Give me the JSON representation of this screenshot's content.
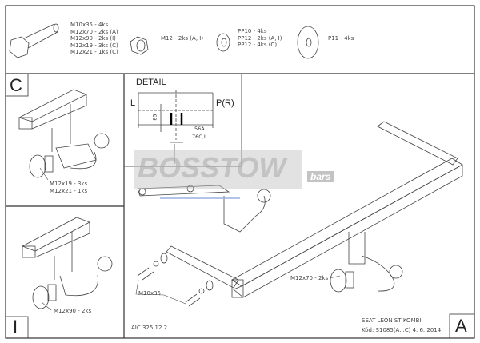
{
  "parts": {
    "bolts": [
      "M10x35 - 4ks",
      "M12x70 - 2ks (A)",
      "M12x90 - 2ks (I)",
      "M12x19 - 3ks (C)",
      "M12x21 - 1ks (C)"
    ],
    "nut": "M12 - 2ks (A, I)",
    "spring_washers": [
      "PP10 - 4ks",
      "PP12 - 2ks (A, I)",
      "PP12 - 4ks (C)"
    ],
    "washer": "P11 - 4ks"
  },
  "panel_c": {
    "letter": "C",
    "labels": [
      "M12x19 - 3ks",
      "M12x21 - 1ks"
    ]
  },
  "panel_i": {
    "letter": "I",
    "label": "M12x90 - 2ks"
  },
  "detail": {
    "title": "DETAIL",
    "left": "L",
    "right": "P(R)",
    "dim_vertical": "85",
    "dim_a": "56A",
    "dim_ci": "76C,I"
  },
  "logo": {
    "text": "BOSSTOW",
    "sub": "bars"
  },
  "main": {
    "letter": "A",
    "label_bolt_front": "M10x35",
    "label_bolt_rear": "M12x70 - 2ks",
    "code": "AIC 325 12 2",
    "vehicle": "SEAT LEON ST KOMBI",
    "kod": "Kód: S1085(A.I.C)  4. 6. 2014"
  }
}
